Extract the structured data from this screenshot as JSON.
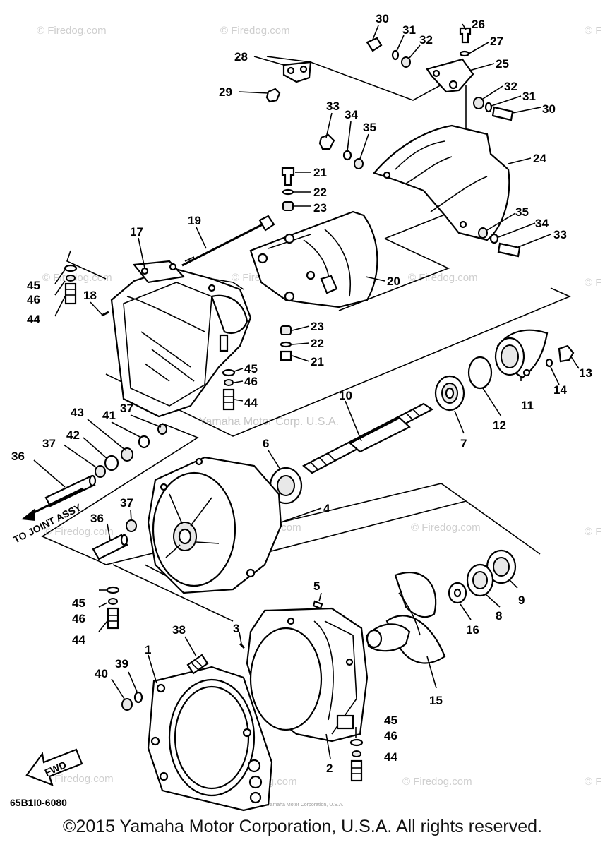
{
  "watermarks": {
    "firedog": "© Firedog.com",
    "firedog_partial": "© F",
    "yamaha": "Yamaha Motor Corp. U.S.A.",
    "tiny": "(c) 2009-2016 Yamaha Motor Corporation, U.S.A."
  },
  "diagram": {
    "part_number": "65B1I0-6080",
    "to_joint_label": "TO JOINT ASSY",
    "fwd_label": "FWD",
    "callouts": [
      "1",
      "2",
      "3",
      "4",
      "5",
      "6",
      "7",
      "8",
      "9",
      "10",
      "11",
      "12",
      "13",
      "14",
      "15",
      "16",
      "17",
      "18",
      "19",
      "20",
      "21",
      "22",
      "23",
      "24",
      "25",
      "26",
      "27",
      "28",
      "29",
      "30",
      "31",
      "32",
      "33",
      "34",
      "35",
      "36",
      "37",
      "38",
      "39",
      "40",
      "41",
      "42",
      "43",
      "44",
      "45",
      "46"
    ]
  },
  "footer": {
    "copyright": "©2015 Yamaha Motor Corporation, U.S.A. All rights reserved."
  }
}
